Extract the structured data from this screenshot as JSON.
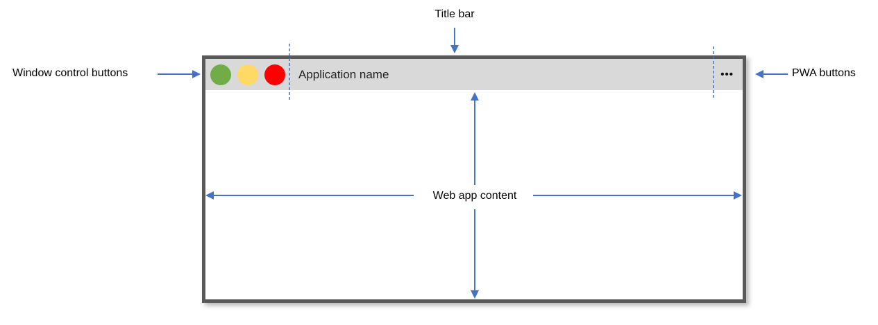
{
  "colors": {
    "arrow_blue": "#4472C4",
    "frame_border": "#595959",
    "titlebar_bg": "#D9D9D9",
    "control_green": "#70AD47",
    "control_yellow": "#FFD966",
    "control_red": "#FF0000"
  },
  "window": {
    "title": "Application name",
    "pwa_buttons_glyph": "•••",
    "control_buttons": [
      {
        "name": "green-control-button",
        "color": "#70AD47"
      },
      {
        "name": "yellow-control-button",
        "color": "#FFD966"
      },
      {
        "name": "red-control-button",
        "color": "#FF0000"
      }
    ]
  },
  "annotations": {
    "title_bar": "Title bar",
    "window_controls": "Window control buttons",
    "pwa_buttons": "PWA buttons",
    "web_app_content": "Web app content"
  }
}
